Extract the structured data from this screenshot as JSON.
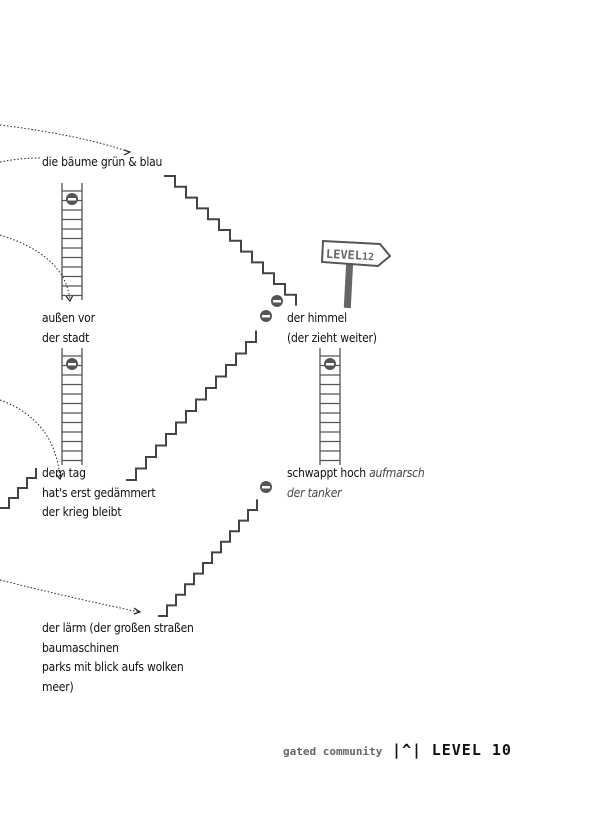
{
  "poem": {
    "s1": "die bäume grün & blau",
    "s2": [
      "außen vor",
      "der stadt"
    ],
    "s3": [
      "der himmel",
      "(der zieht weiter)"
    ],
    "s4": [
      "dem tag",
      "hat's erst gedämmert",
      "der krieg bleibt"
    ],
    "s5": {
      "text": "schwappt hoch",
      "italic1": "aufmarsch",
      "italic2": "der tanker"
    },
    "s6": [
      "der lärm (der großen straßen",
      "baumaschinen",
      "parks mit blick aufs wolken",
      "meer)"
    ]
  },
  "sign": "LEVEL 12",
  "footer": {
    "series": "gated community",
    "symbol": "|^|",
    "level": "LEVEL 10"
  }
}
